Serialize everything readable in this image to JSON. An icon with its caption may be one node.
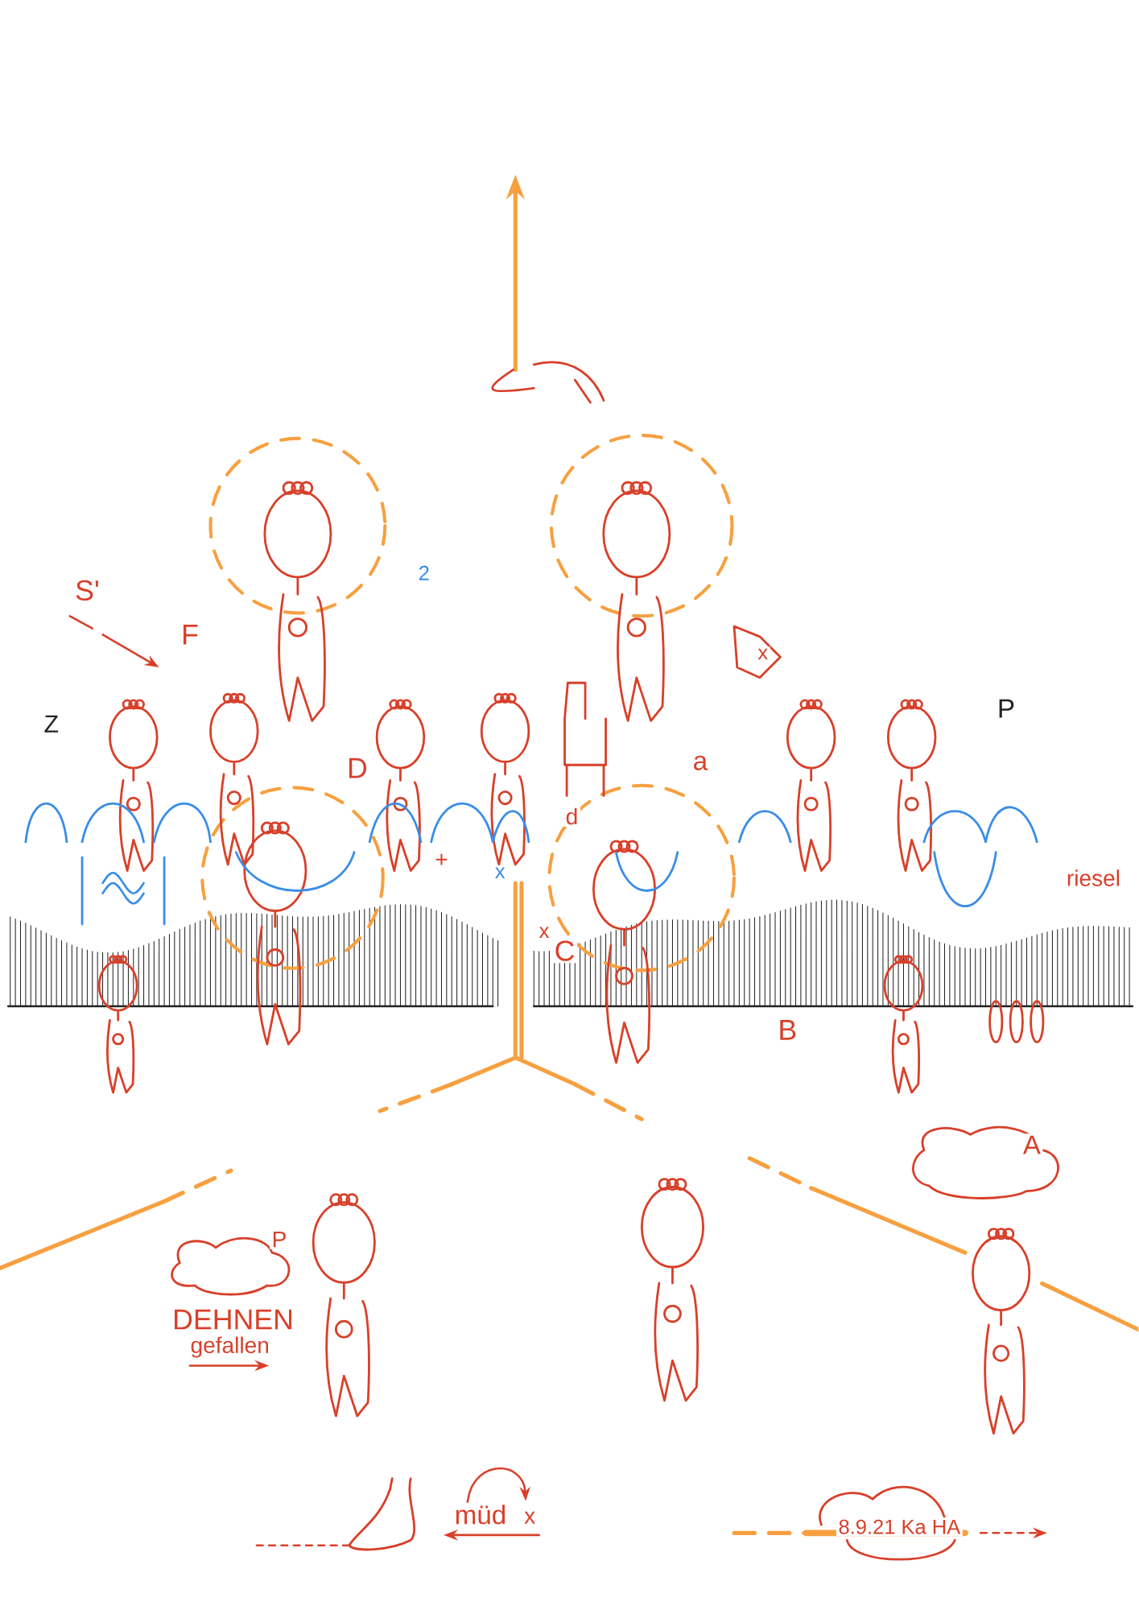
{
  "diagram": {
    "labels": [
      "S'",
      "F",
      "2",
      "Z",
      "x",
      "D",
      "a",
      "P",
      "d",
      "+",
      "x",
      "riesel",
      "x",
      "C",
      "B",
      "A",
      "P",
      "DEHNEN",
      "gefallen",
      "müd",
      "x",
      "8.9.21 Ka HA"
    ]
  }
}
